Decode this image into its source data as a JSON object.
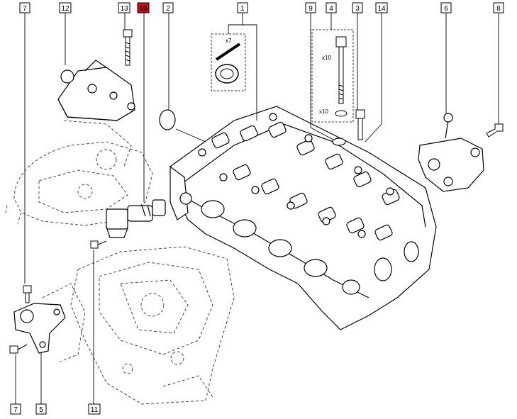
{
  "diagram": {
    "accent_color": "#e3001b",
    "callouts": [
      {
        "id": "c7a",
        "label": "7",
        "highlighted": false
      },
      {
        "id": "c12",
        "label": "12",
        "highlighted": false
      },
      {
        "id": "c13",
        "label": "13",
        "highlighted": false
      },
      {
        "id": "c10",
        "label": "10",
        "highlighted": true
      },
      {
        "id": "c2",
        "label": "2",
        "highlighted": false
      },
      {
        "id": "c1",
        "label": "1",
        "highlighted": false
      },
      {
        "id": "c9",
        "label": "9",
        "highlighted": false
      },
      {
        "id": "c4",
        "label": "4",
        "highlighted": false
      },
      {
        "id": "c3",
        "label": "3",
        "highlighted": false
      },
      {
        "id": "c14",
        "label": "14",
        "highlighted": false
      },
      {
        "id": "c6",
        "label": "6",
        "highlighted": false
      },
      {
        "id": "c8",
        "label": "8",
        "highlighted": false
      },
      {
        "id": "c7b",
        "label": "7",
        "highlighted": false
      },
      {
        "id": "c5",
        "label": "5",
        "highlighted": false
      },
      {
        "id": "c11",
        "label": "11",
        "highlighted": false
      }
    ],
    "quantities": {
      "seal_kit": "x7",
      "bolt_set": "x10",
      "washer_set": "x10"
    }
  }
}
